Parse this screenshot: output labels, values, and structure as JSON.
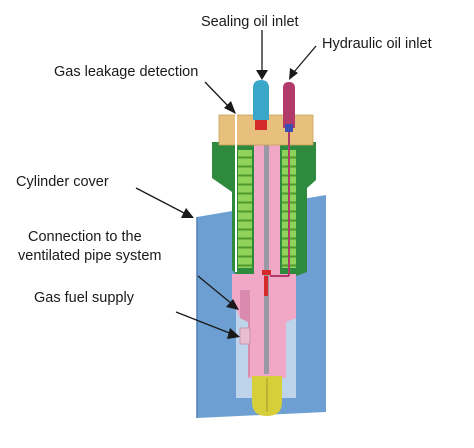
{
  "labels": {
    "sealing_oil_inlet": "Sealing oil inlet",
    "hydraulic_oil_inlet": "Hydraulic oil inlet",
    "gas_leakage_detection": "Gas leakage detection",
    "cylinder_cover": "Cylinder cover",
    "connection_line1": "Connection to the",
    "connection_line2": "ventilated pipe system",
    "gas_fuel_supply": "Gas fuel supply"
  },
  "colors": {
    "cylinder_cover": "#6e9fd2",
    "cylinder_cover_edge": "#4d7fb5",
    "top_flange": "#e8c07e",
    "valve_housing": "#2e8b3d",
    "spring": "#8fd35a",
    "body_pink": "#f0a8c6",
    "body_pink_dark": "#d98aae",
    "nozzle_tip": "#d7cf3a",
    "sealing_oil_pipe": "#3aa7c9",
    "hydraulic_oil_pipe": "#b23a6a",
    "red_marker": "#d42a2a",
    "needle_gray": "#9a9aa6"
  }
}
